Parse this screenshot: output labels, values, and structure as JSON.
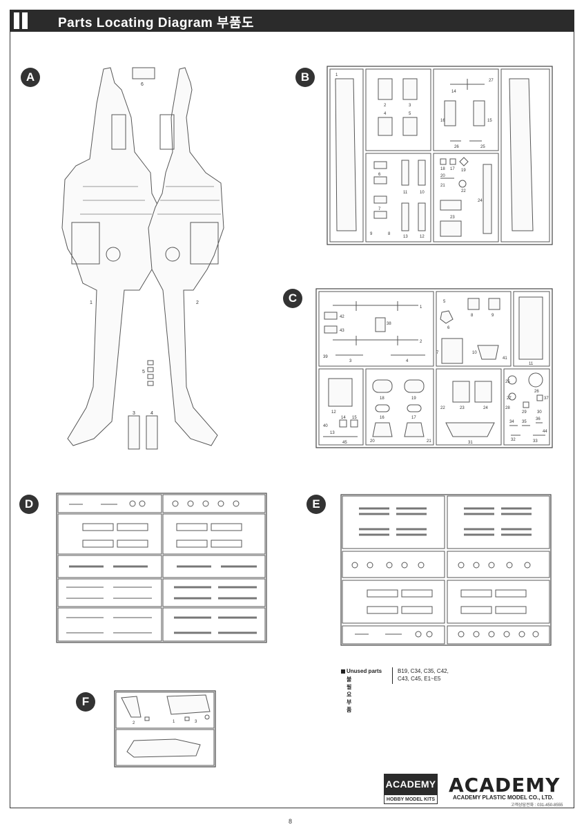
{
  "header": {
    "title": "Parts Locating Diagram 부품도"
  },
  "sections": {
    "a": "A",
    "b": "B",
    "c": "C",
    "d": "D",
    "e": "E",
    "f": "F"
  },
  "parts_labels": {
    "a": [
      "6",
      "1",
      "2",
      "5",
      "3",
      "4"
    ],
    "b": [
      "1",
      "2",
      "3",
      "4",
      "5",
      "14",
      "27",
      "15",
      "16",
      "26",
      "25",
      "6",
      "11",
      "10",
      "18",
      "17",
      "19",
      "20",
      "22",
      "21",
      "24",
      "7",
      "8",
      "9",
      "23",
      "13",
      "12"
    ],
    "c": [
      "1",
      "2",
      "42",
      "43",
      "38",
      "39",
      "3",
      "4",
      "5",
      "6",
      "8",
      "9",
      "7",
      "10",
      "41",
      "11",
      "12",
      "18",
      "19",
      "16",
      "17",
      "14",
      "15",
      "40",
      "13",
      "45",
      "20",
      "21",
      "22",
      "23",
      "24",
      "31",
      "25",
      "26",
      "27",
      "28",
      "29",
      "30",
      "37",
      "34",
      "35",
      "36",
      "32",
      "44",
      "33"
    ],
    "f": [
      "2",
      "1",
      "3"
    ]
  },
  "unused_parts": {
    "label_en": "Unused parts",
    "label_ko": "불필요 부품",
    "list": "B19, C34, C35, C42, C43, C45, E1~E5"
  },
  "brand": {
    "box_top": "ACADEMY",
    "box_bottom": "HOBBY MODEL KITS",
    "wordmark": "ACADEMY",
    "company": "ACADEMY PLASTIC MODEL CO., LTD.",
    "phone": "고객상담전화 : 031-450-8555"
  },
  "page_number": "8"
}
